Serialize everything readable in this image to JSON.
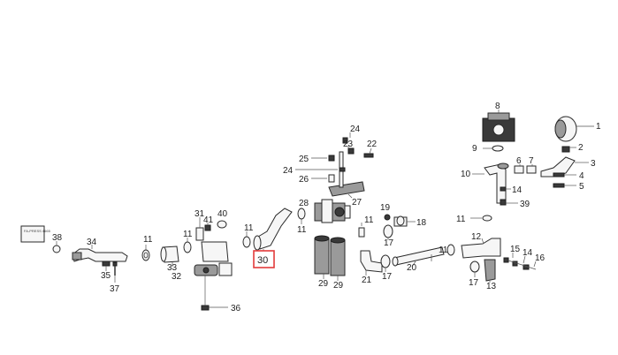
{
  "diagram": {
    "highlighted_callout": "30",
    "tag_text": "FA-PRESS\n4665",
    "callouts": [
      {
        "id": "c1",
        "text": "1"
      },
      {
        "id": "c2",
        "text": "2"
      },
      {
        "id": "c3",
        "text": "3"
      },
      {
        "id": "c4",
        "text": "4"
      },
      {
        "id": "c5",
        "text": "5"
      },
      {
        "id": "c6",
        "text": "6"
      },
      {
        "id": "c7",
        "text": "7"
      },
      {
        "id": "c8",
        "text": "8"
      },
      {
        "id": "c9",
        "text": "9"
      },
      {
        "id": "c10",
        "text": "10"
      },
      {
        "id": "c11a",
        "text": "11"
      },
      {
        "id": "c11b",
        "text": "11"
      },
      {
        "id": "c11c",
        "text": "11"
      },
      {
        "id": "c11d",
        "text": "11"
      },
      {
        "id": "c11e",
        "text": "11"
      },
      {
        "id": "c11f",
        "text": "11"
      },
      {
        "id": "c11g",
        "text": "11"
      },
      {
        "id": "c11h",
        "text": "11"
      },
      {
        "id": "c12",
        "text": "12"
      },
      {
        "id": "c13",
        "text": "13"
      },
      {
        "id": "c14a",
        "text": "14"
      },
      {
        "id": "c14b",
        "text": "14"
      },
      {
        "id": "c15",
        "text": "15"
      },
      {
        "id": "c16",
        "text": "16"
      },
      {
        "id": "c17a",
        "text": "17"
      },
      {
        "id": "c17b",
        "text": "17"
      },
      {
        "id": "c17c",
        "text": "17"
      },
      {
        "id": "c18",
        "text": "18"
      },
      {
        "id": "c19",
        "text": "19"
      },
      {
        "id": "c20",
        "text": "20"
      },
      {
        "id": "c21",
        "text": "21"
      },
      {
        "id": "c22",
        "text": "22"
      },
      {
        "id": "c23",
        "text": "23"
      },
      {
        "id": "c24a",
        "text": "24"
      },
      {
        "id": "c24b",
        "text": "24"
      },
      {
        "id": "c25",
        "text": "25"
      },
      {
        "id": "c26",
        "text": "26"
      },
      {
        "id": "c27",
        "text": "27"
      },
      {
        "id": "c28",
        "text": "28"
      },
      {
        "id": "c29a",
        "text": "29"
      },
      {
        "id": "c29b",
        "text": "29"
      },
      {
        "id": "c31",
        "text": "31"
      },
      {
        "id": "c32",
        "text": "32"
      },
      {
        "id": "c33",
        "text": "33"
      },
      {
        "id": "c34",
        "text": "34"
      },
      {
        "id": "c35",
        "text": "35"
      },
      {
        "id": "c36",
        "text": "36"
      },
      {
        "id": "c37",
        "text": "37"
      },
      {
        "id": "c38",
        "text": "38"
      },
      {
        "id": "c39",
        "text": "39"
      },
      {
        "id": "c40",
        "text": "40"
      },
      {
        "id": "c41",
        "text": "41"
      }
    ]
  }
}
